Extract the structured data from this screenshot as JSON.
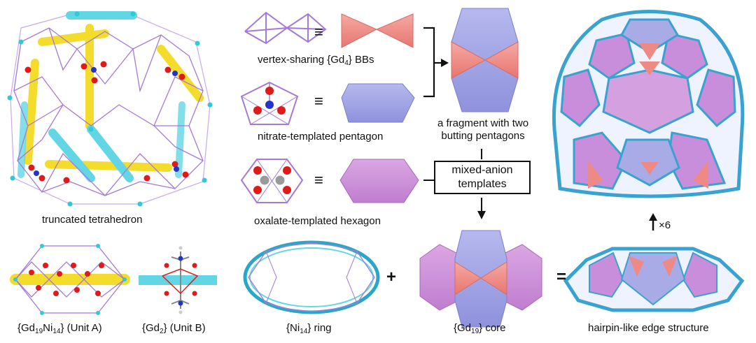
{
  "labels": {
    "truncated_tetrahedron": "truncated tetrahedron",
    "vertex_sharing_pre": "vertex-sharing {Gd",
    "vertex_sharing_sub": "4",
    "vertex_sharing_post": "} BBs",
    "nitrate_pentagon": "nitrate-templated pentagon",
    "oxalate_hexagon": "oxalate-templated hexagon",
    "fragment_line1": "a fragment with two",
    "fragment_line2": "butting pentagons",
    "mixed_anion_line1": "mixed-anion",
    "mixed_anion_line2": "templates",
    "unit_a_p1": "{Gd",
    "unit_a_s1": "19",
    "unit_a_p2": "Ni",
    "unit_a_s2": "14",
    "unit_a_p3": "} (Unit A)",
    "unit_b_p1": "{Gd",
    "unit_b_s1": "2",
    "unit_b_p2": "} (Unit B)",
    "ni_ring_p1": "{Ni",
    "ni_ring_s1": "14",
    "ni_ring_p2": "} ring",
    "gd_core_p1": "{Gd",
    "gd_core_s1": "19",
    "gd_core_p2": "} core",
    "hairpin": "hairpin-like edge structure",
    "times_six": "×6"
  },
  "symbols": {
    "equiv": "≡",
    "plus": "+",
    "equals": "="
  },
  "colors": {
    "salmon": "#ee8a85",
    "lavender": "#a9abe6",
    "orchid": "#cf8fd8",
    "cyan": "#5fd3e4",
    "yellow": "#f7e22e",
    "bond_purple": "#a57ad6",
    "oxygen_red": "#e01919",
    "nitrogen_blue": "#2335c8",
    "frame_blue": "#3aa2cf"
  }
}
